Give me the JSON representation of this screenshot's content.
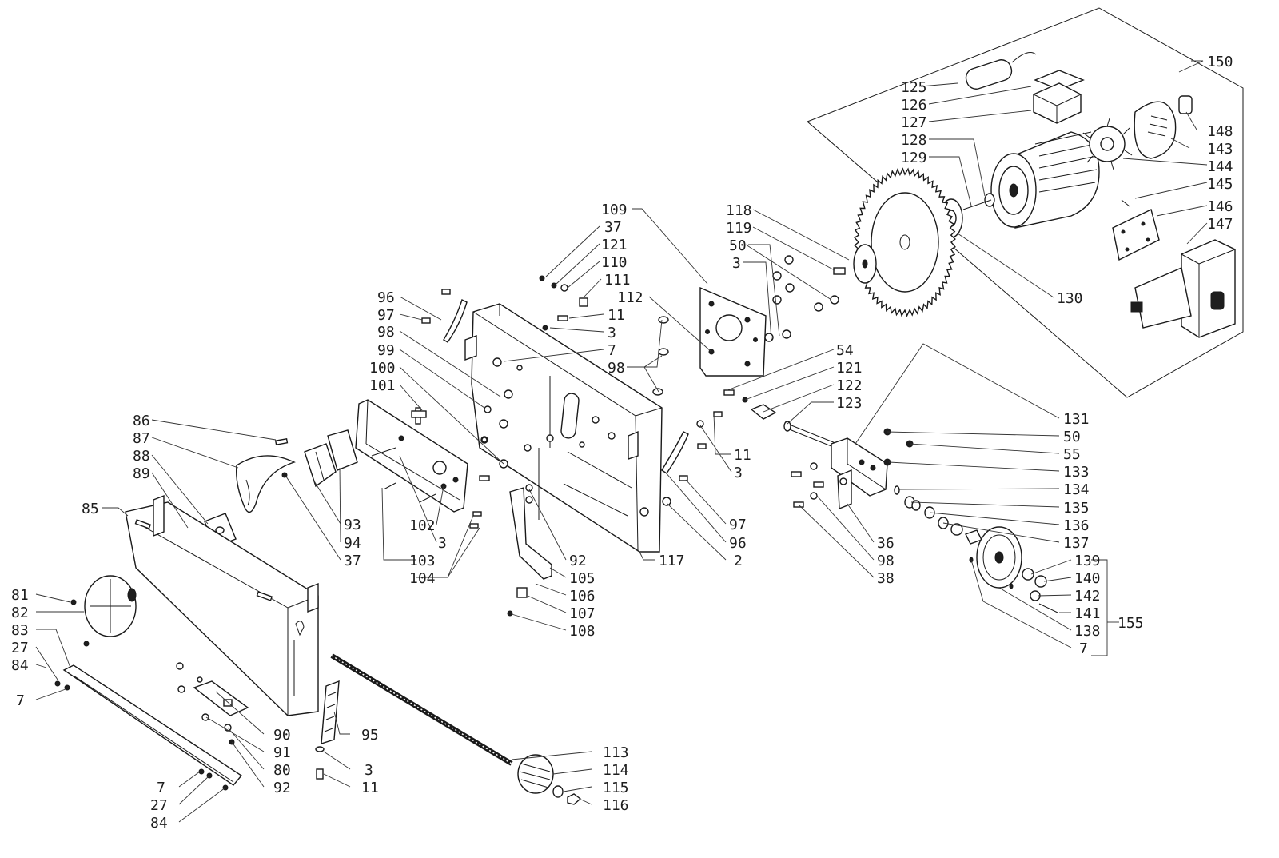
{
  "labels": {
    "l150": "150",
    "l125": "125",
    "l126": "126",
    "l127": "127",
    "l128": "128",
    "l129": "129",
    "l148": "148",
    "l143": "143",
    "l144": "144",
    "l145": "145",
    "l146": "146",
    "l147": "147",
    "l130": "130",
    "l118": "118",
    "l119": "119",
    "l50a": "50",
    "l3a": "3",
    "l109": "109",
    "l37a": "37",
    "l121a": "121",
    "l110": "110",
    "l111": "111",
    "l112": "112",
    "l11a": "11",
    "l3b": "3",
    "l7a": "7",
    "l98a": "98",
    "l96a": "96",
    "l97a": "97",
    "l98b": "98",
    "l99": "99",
    "l100": "100",
    "l101": "101",
    "l54": "54",
    "l121b": "121",
    "l122": "122",
    "l123": "123",
    "l131": "131",
    "l50b": "50",
    "l55": "55",
    "l133": "133",
    "l134": "134",
    "l135": "135",
    "l136": "136",
    "l137": "137",
    "l139": "139",
    "l140": "140",
    "l142": "142",
    "l141": "141",
    "l138": "138",
    "l155": "155",
    "l7b": "7",
    "l11b": "11",
    "l3c": "3",
    "l97b": "97",
    "l96b": "96",
    "l2": "2",
    "l117": "117",
    "l36": "36",
    "l98c": "98",
    "l38": "38",
    "l86": "86",
    "l87": "87",
    "l88": "88",
    "l89": "89",
    "l85": "85",
    "l93": "93",
    "l94": "94",
    "l37b": "37",
    "l3d": "3",
    "l102": "102",
    "l103": "103",
    "l104": "104",
    "l92a": "92",
    "l105": "105",
    "l106": "106",
    "l107": "107",
    "l108": "108",
    "l81": "81",
    "l82": "82",
    "l83": "83",
    "l27a": "27",
    "l84a": "84",
    "l7c": "7",
    "l90": "90",
    "l91": "91",
    "l80": "80",
    "l92b": "92",
    "l95": "95",
    "l7d": "7",
    "l27b": "27",
    "l84b": "84",
    "l3e": "3",
    "l11c": "11",
    "l113": "113",
    "l114": "114",
    "l115": "115",
    "l116": "116"
  }
}
